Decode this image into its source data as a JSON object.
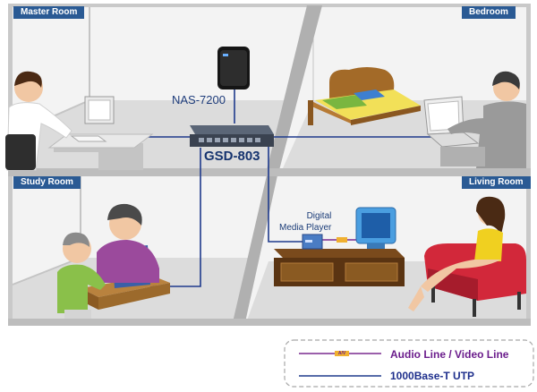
{
  "rooms": {
    "master": "Master Room",
    "bedroom": "Bedroom",
    "study": "Study Room",
    "living": "Living Room"
  },
  "devices": {
    "nas": "NAS-7200",
    "switch": "GSD-803",
    "media_player": "Digital\nMedia Player"
  },
  "legend": {
    "av_tag": "A/V",
    "av_label": "Audio Line / Video Line",
    "utp_label": "1000Base-T UTP"
  },
  "colors": {
    "utp_line": "#1e3a8c",
    "av_line": "#7a2a8f",
    "room_tag": "#2a5a94",
    "floor": "#dcdcdc",
    "frame": "#b7b7b7"
  }
}
